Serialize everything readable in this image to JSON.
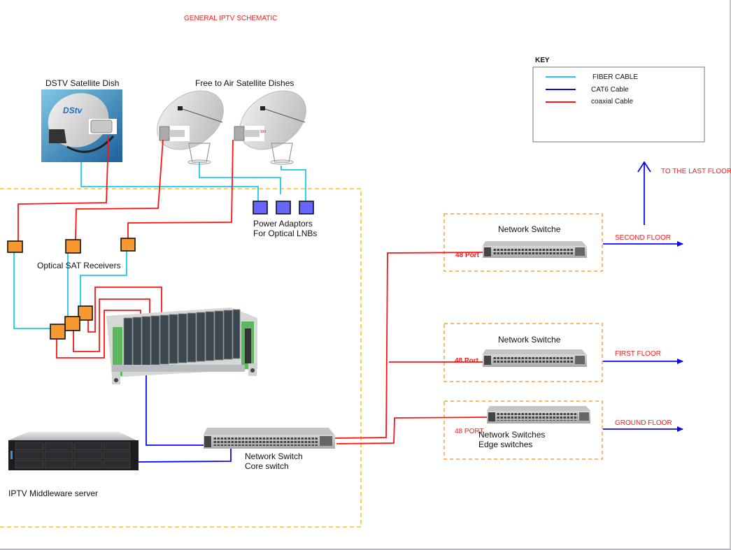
{
  "title": "GENERAL IPTV SCHEMATIC",
  "key": {
    "heading": "KEY",
    "items": [
      {
        "label": "FIBER CABLE",
        "color": "#1ec8f0"
      },
      {
        "label": "CAT6 Cable",
        "color": "#0a0ae6"
      },
      {
        "label": "coaxial Cable",
        "color": "#ff1414"
      }
    ]
  },
  "colors": {
    "fiber": "#1ec8f0",
    "cat6": "#0a0ae6",
    "coax": "#ff1414",
    "headend_border": "#f5c518",
    "floor_border": "#f7a040",
    "receiver": "#f7992f",
    "power_adaptor": "#6666ff"
  },
  "devices": {
    "dstv_dish": {
      "label": "DSTV Satellite Dish",
      "brand": "DStv"
    },
    "fta_dishes": {
      "label": "Free to Air Satellite Dishes"
    },
    "power_adaptors": {
      "line1": "Power Adaptors",
      "line2": "For Optical LNBs"
    },
    "receivers": {
      "label": "Optical SAT Receivers"
    },
    "server": {
      "label": "IPTV Middleware server"
    },
    "core_switch": {
      "line1": "Network Switch",
      "line2": "Core switch"
    }
  },
  "floors": [
    {
      "switch_label": "Network Switche",
      "port_label": "48 Port",
      "floor": "SECOND FLOOR"
    },
    {
      "switch_label": "Network Switche",
      "port_label": "48 Port",
      "floor": "FIRST FLOOR"
    },
    {
      "switch_label_line1": "Network Switches",
      "switch_label_line2": "Edge switches",
      "port_label": "48 PORT",
      "floor": "GROUND FLOOR"
    }
  ],
  "last_floor": "TO THE LAST FLOOR"
}
